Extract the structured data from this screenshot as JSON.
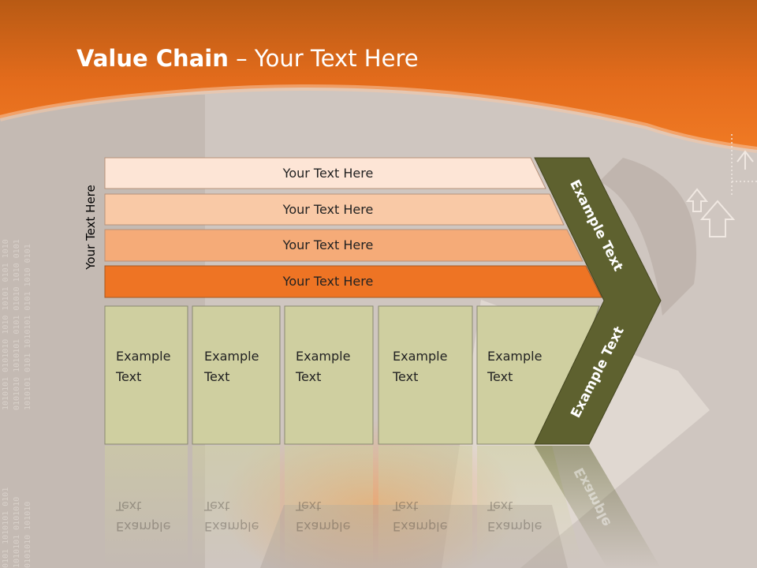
{
  "slide": {
    "title_bold": "Value Chain",
    "title_rest": " – Your Text Here",
    "side_label": "Your Text Here",
    "bars": [
      {
        "label": "Your Text Here",
        "color": "#fde5d6"
      },
      {
        "label": "Your Text Here",
        "color": "#f9c9a6"
      },
      {
        "label": "Your Text Here",
        "color": "#f5ab78"
      },
      {
        "label": "Your Text Here",
        "color": "#ee7424"
      }
    ],
    "columns": [
      {
        "line1": "Example",
        "line2": "Text"
      },
      {
        "line1": "Example",
        "line2": "Text"
      },
      {
        "line1": "Example",
        "line2": "Text"
      },
      {
        "line1": "Example",
        "line2": "Text"
      },
      {
        "line1": "Example",
        "line2": "Text"
      }
    ],
    "chevron_upper": "Example Text",
    "chevron_lower": "Example Text",
    "reflection_chevron": "Example",
    "colors": {
      "header": "#ee7420",
      "column_fill": "#cfcfa0",
      "chevron_fill": "#5e612f",
      "background": "#cfc6c0"
    },
    "decor": {
      "binary_text": "1010101 0101010 1010 10101",
      "arrow_icons": [
        "recycle-arrow-icon",
        "up-arrow-icon",
        "up-arrow-outline-icon"
      ]
    }
  }
}
